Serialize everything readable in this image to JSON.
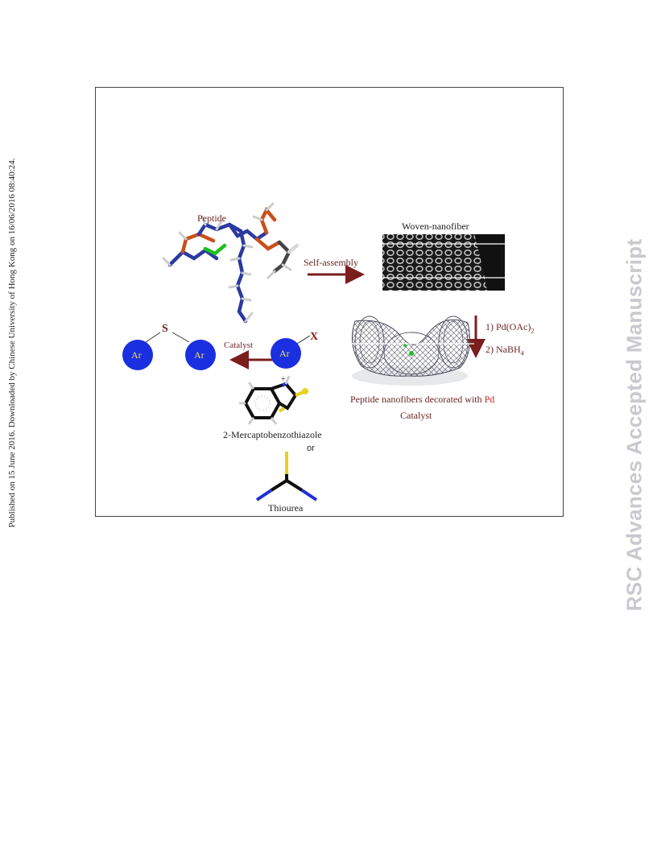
{
  "side_note": "Published on 15 June 2016. Downloaded by Chinese University of Hong Kong on 16/06/2016 08:40:24.",
  "watermark": "RSC Advances Accepted Manuscript",
  "figure": {
    "peptide_label": "Peptide",
    "self_assembly_label": "Self-assembly",
    "woven_label": "Woven-nanofiber",
    "step1_prefix": "1) Pd(OAc)",
    "step1_sub": "2",
    "step2_prefix": "2) NaBH",
    "step2_sub": "4",
    "catalyst_arrow_label": "Catalyst",
    "ar_label": "Ar",
    "s_label": "S",
    "x_label": "X",
    "decorated_label_main": "Peptide nanofibers decorated with ",
    "decorated_label_pd": "Pd",
    "decorated_label_line2": "Catalyst",
    "mbt_label": "2-Mercaptobenzothiazole",
    "or_label": "or",
    "thiourea_label": "Thiourea",
    "plus_sign": "+"
  },
  "colors": {
    "arrow": "#7a1e1e",
    "ar_circle": "#1a2fe0",
    "ar_text": "#f0e060",
    "label": "#6b2424",
    "pd_highlight": "#d42020"
  }
}
